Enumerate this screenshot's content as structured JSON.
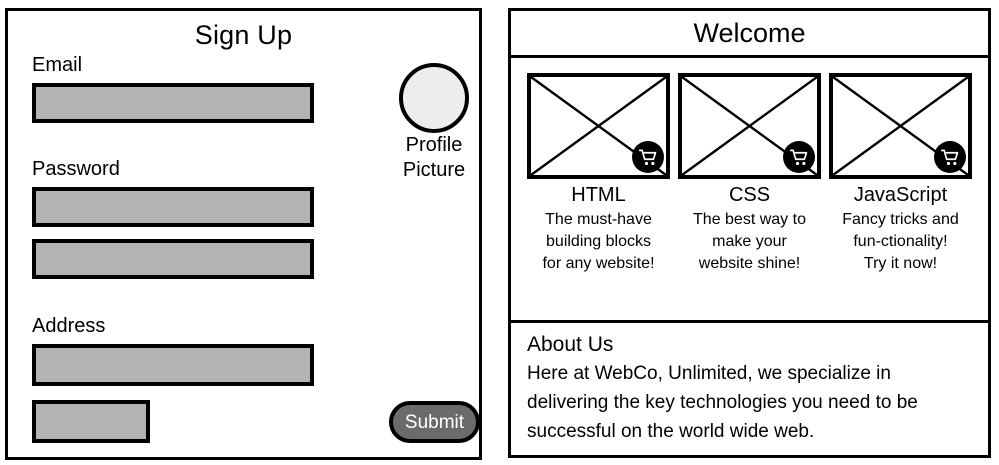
{
  "signup": {
    "title": "Sign Up",
    "fields": [
      {
        "label": "Email",
        "value": ""
      },
      {
        "label": "Password",
        "value": ""
      },
      {
        "label": "",
        "value": ""
      },
      {
        "label": "Address",
        "value": ""
      },
      {
        "label": "",
        "value": ""
      }
    ],
    "avatar": {
      "icon": "profile-picture-circle",
      "caption_line1": "Profile",
      "caption_line2": "Picture",
      "fill_color": "#ededed"
    },
    "submit_label": "Submit",
    "submit_color": "#6b6b6b",
    "input_fill_color": "#b3b3b3"
  },
  "welcome": {
    "title": "Welcome",
    "cards": [
      {
        "title": "HTML",
        "desc_line1": "The must-have",
        "desc_line2": "building blocks",
        "desc_line3": "for any website!",
        "thumb_icon": "image-placeholder-x",
        "badge_icon": "shopping-cart-icon"
      },
      {
        "title": "CSS",
        "desc_line1": "The best way to",
        "desc_line2": "make your",
        "desc_line3": "website shine!",
        "thumb_icon": "image-placeholder-x",
        "badge_icon": "shopping-cart-icon"
      },
      {
        "title": "JavaScript",
        "desc_line1": "Fancy tricks and",
        "desc_line2": "fun-ctionality!",
        "desc_line3": "Try it now!",
        "thumb_icon": "image-placeholder-x",
        "badge_icon": "shopping-cart-icon"
      }
    ],
    "about": {
      "title": "About Us",
      "body": "Here at WebCo, Unlimited, we specialize in delivering the key technologies you need to be successful on the world wide web."
    }
  }
}
